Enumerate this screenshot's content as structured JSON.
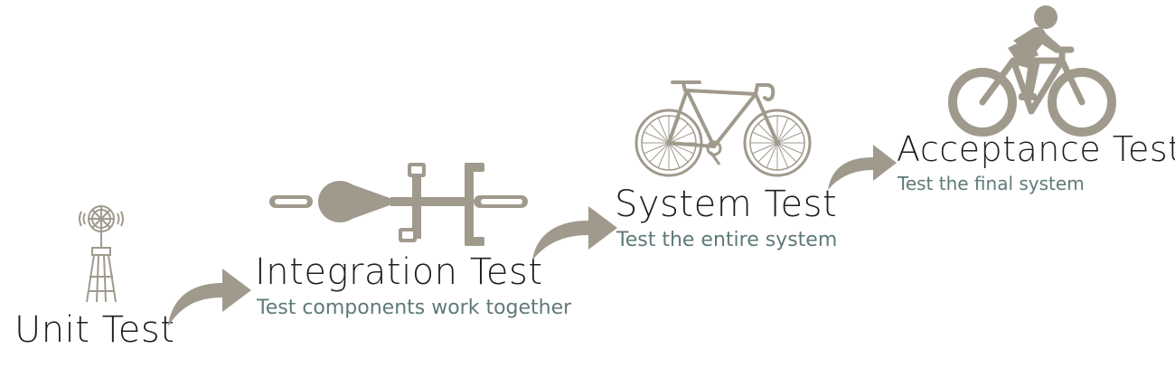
{
  "stages": [
    {
      "title": "Unit Test",
      "subtitle": "",
      "icon": "windmill-icon"
    },
    {
      "title": "Integration Test",
      "subtitle": "Test components work together",
      "icon": "connected-components-icon"
    },
    {
      "title": "System Test",
      "subtitle": "Test the entire system",
      "icon": "road-bike-icon"
    },
    {
      "title": "Acceptance Test",
      "subtitle": "Test the final system",
      "icon": "cyclist-icon"
    }
  ],
  "colors": {
    "icon": "#a09a8d",
    "title": "#1f1f1f",
    "subtitle": "#5e7a78",
    "background": "#ffffff"
  }
}
